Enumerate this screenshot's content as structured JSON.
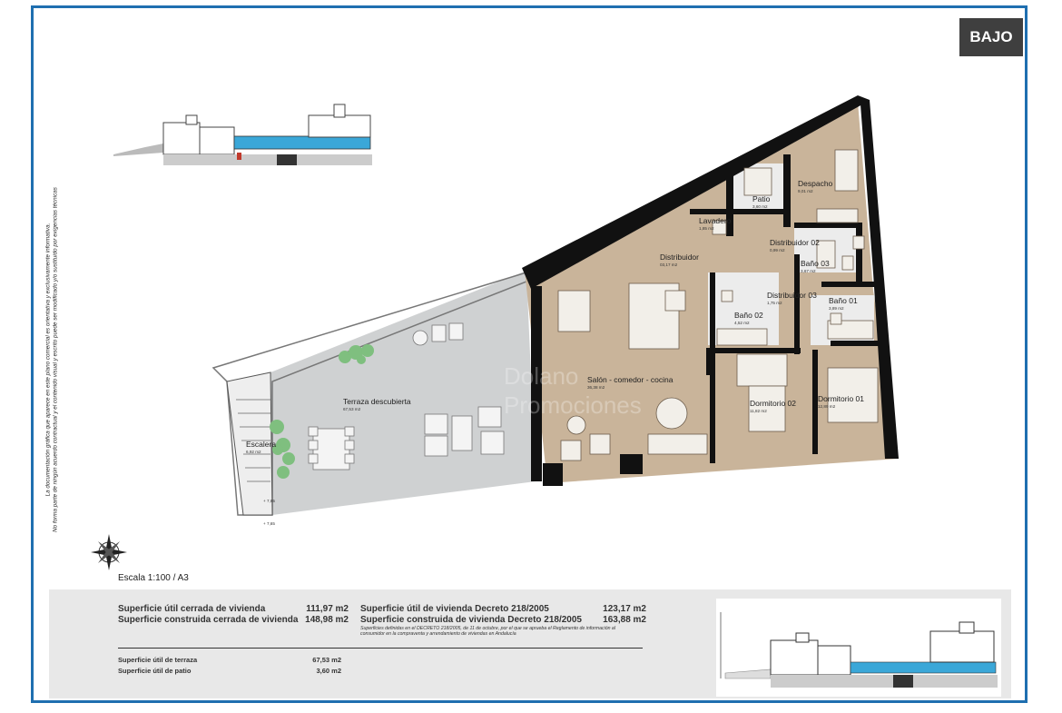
{
  "floor_badge": "BAJO",
  "legal_note": {
    "line1": "La documentación gráfica que aparece en este plano comercial es orientativa y exclusivamente informativa.",
    "line2": "No forma parte de ningún acuerdo contractual y el contenido visual y escrito puede ser modificado y/o sustituido por exigencias técnicas"
  },
  "watermark": {
    "line1": "Dolano",
    "line2": "Promociones"
  },
  "rooms": [
    {
      "name": "Despacho",
      "area": "9,01 m2"
    },
    {
      "name": "Patio",
      "area": "3,60 m2"
    },
    {
      "name": "Lavadero",
      "area": "1,85 m2"
    },
    {
      "name": "Distribuidor 02",
      "area": "0,99 m2"
    },
    {
      "name": "Distribuidor",
      "area": "03,17 m2"
    },
    {
      "name": "Baño 03",
      "area": "3,67 m2"
    },
    {
      "name": "Distribuidor 03",
      "area": "1,75 m2"
    },
    {
      "name": "Baño 02",
      "area": "4,52 m2"
    },
    {
      "name": "Baño 01",
      "area": "3,89 m2"
    },
    {
      "name": "Salón - comedor - cocina",
      "area": "36,38 m2"
    },
    {
      "name": "Dormitorio 02",
      "area": "11,82 m2"
    },
    {
      "name": "Dormitorio 01",
      "area": "12,89 m2"
    },
    {
      "name": "Terraza descubierta",
      "area": "67,53 m2"
    },
    {
      "name": "Escalera",
      "area": "6,92 m2"
    }
  ],
  "level_marks": [
    "+ 7,65",
    "+ 7,65"
  ],
  "scale": "Escala 1:100 / A3",
  "summary": {
    "left": [
      {
        "label": "Superficie útil cerrada de vivienda",
        "value": "111,97 m2"
      },
      {
        "label": "Superficie construida cerrada de vivienda",
        "value": "148,98 m2"
      }
    ],
    "right": [
      {
        "label": "Superficie útil de vivienda Decreto 218/2005",
        "value": "123,17 m2"
      },
      {
        "label": "Superficie construida de vivienda Decreto 218/2005",
        "value": "163,88 m2"
      }
    ],
    "decree_note": "Superficies definidas en el DECRETO 218/2005, de 11 de octubre, por el que se aprueba el Reglamento de información al consumidor en la compraventa y arrendamiento de viviendas en Andalucía",
    "extra": [
      {
        "label": "Superficie útil de terraza",
        "value": "67,53 m2"
      },
      {
        "label": "Superficie útil de patio",
        "value": "3,60 m2"
      }
    ]
  },
  "colors": {
    "frame": "#1f6fb0",
    "badge": "#3f3f3f",
    "wood_floor": "#c9b49a",
    "terrace_floor": "#cfd1d2",
    "walls": "#111111",
    "summary_bg": "#e8e8e8",
    "pool_blue": "#3aa7d8"
  }
}
